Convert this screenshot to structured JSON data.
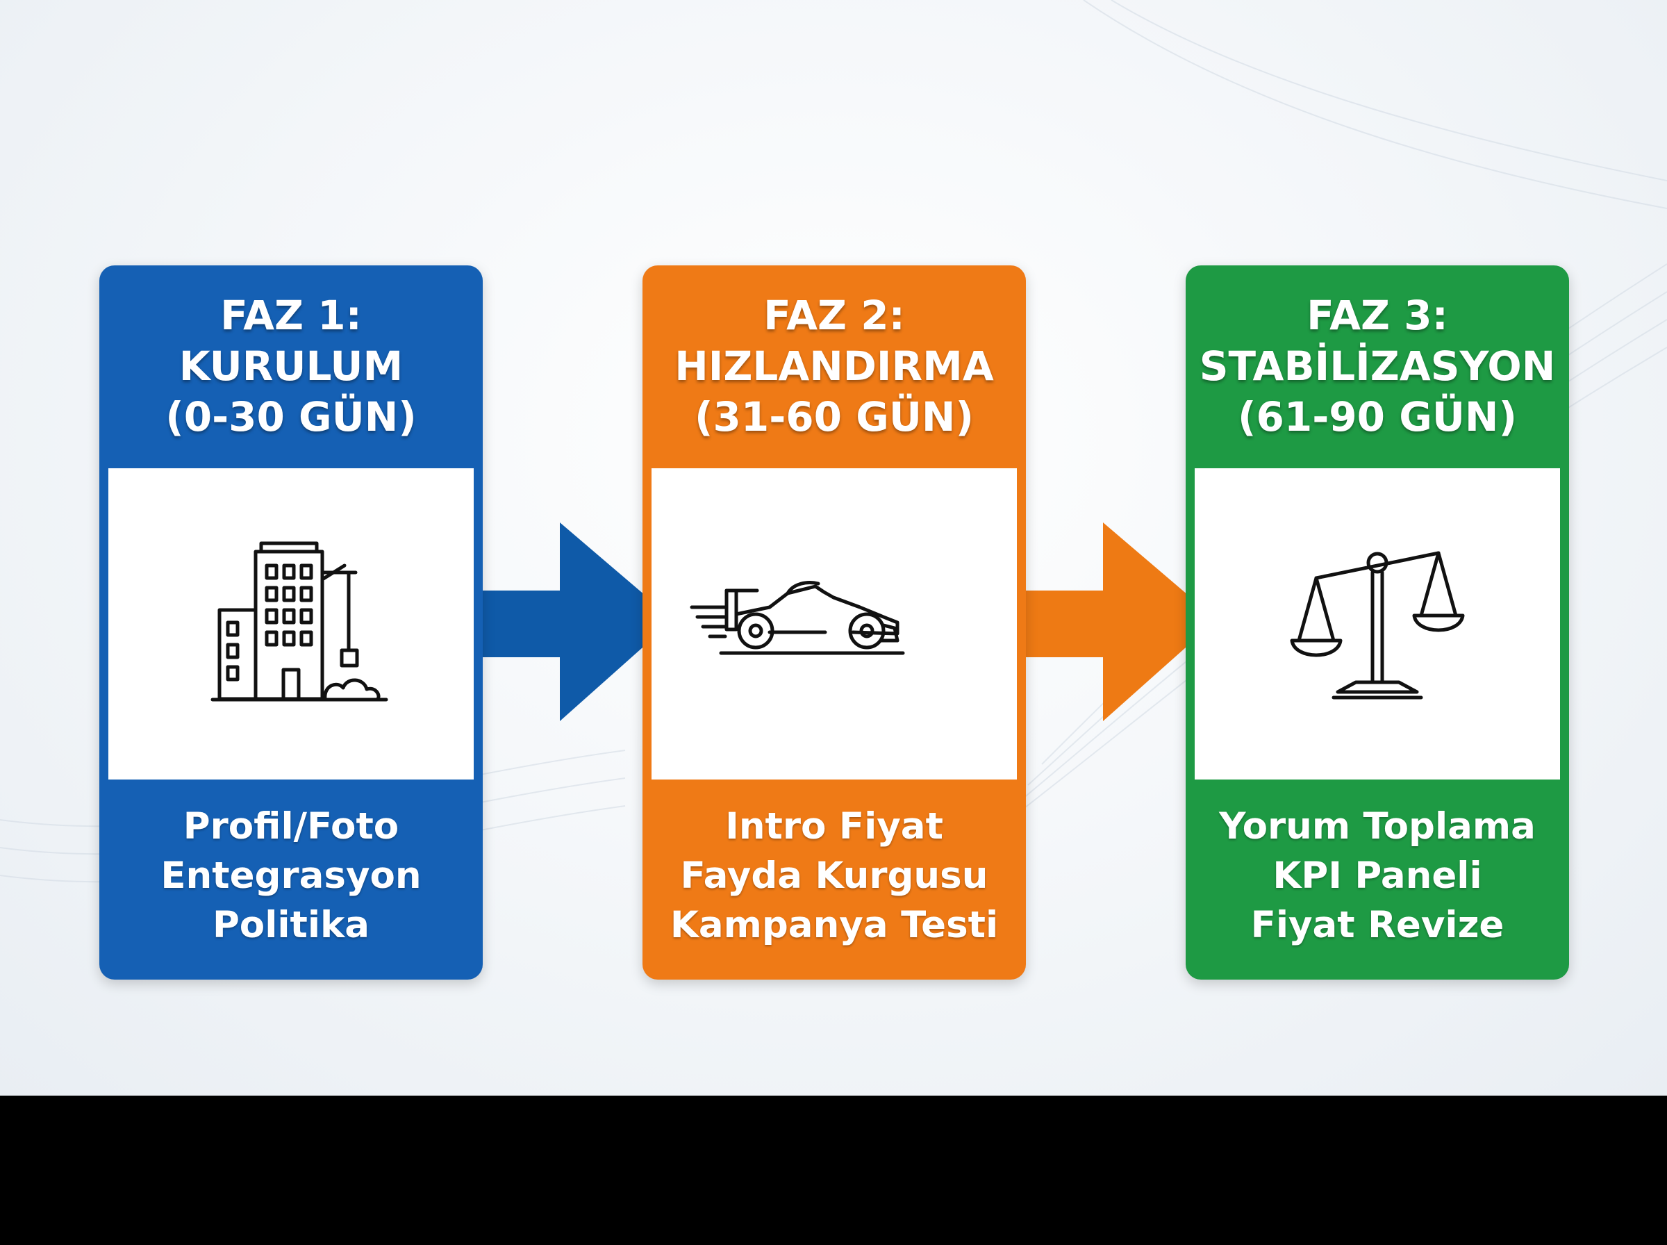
{
  "colors": {
    "phase1": "#1560b4",
    "phase2": "#ef7a16",
    "phase3": "#1e9a44",
    "arrow1": "#0f5aa8",
    "arrow2": "#ee7a14"
  },
  "phases": [
    {
      "title_line1": "FAZ 1:",
      "title_line2": "KURULUM",
      "title_line3": "(0-30 GÜN)",
      "icon": "building-crane-icon",
      "items": [
        "Profil/Foto",
        "Entegrasyon",
        "Politika"
      ]
    },
    {
      "title_line1": "FAZ 2:",
      "title_line2": "HIZLANDIRMA",
      "title_line3": "(31-60 GÜN)",
      "icon": "race-car-icon",
      "items": [
        "Intro Fiyat",
        "Fayda Kurgusu",
        "Kampanya Testi"
      ]
    },
    {
      "title_line1": "FAZ 3:",
      "title_line2": "STABİLİZASYON",
      "title_line3": "(61-90 GÜN)",
      "icon": "balance-scale-icon",
      "items": [
        "Yorum Toplama",
        "KPI Paneli",
        "Fiyat Revize"
      ]
    }
  ]
}
